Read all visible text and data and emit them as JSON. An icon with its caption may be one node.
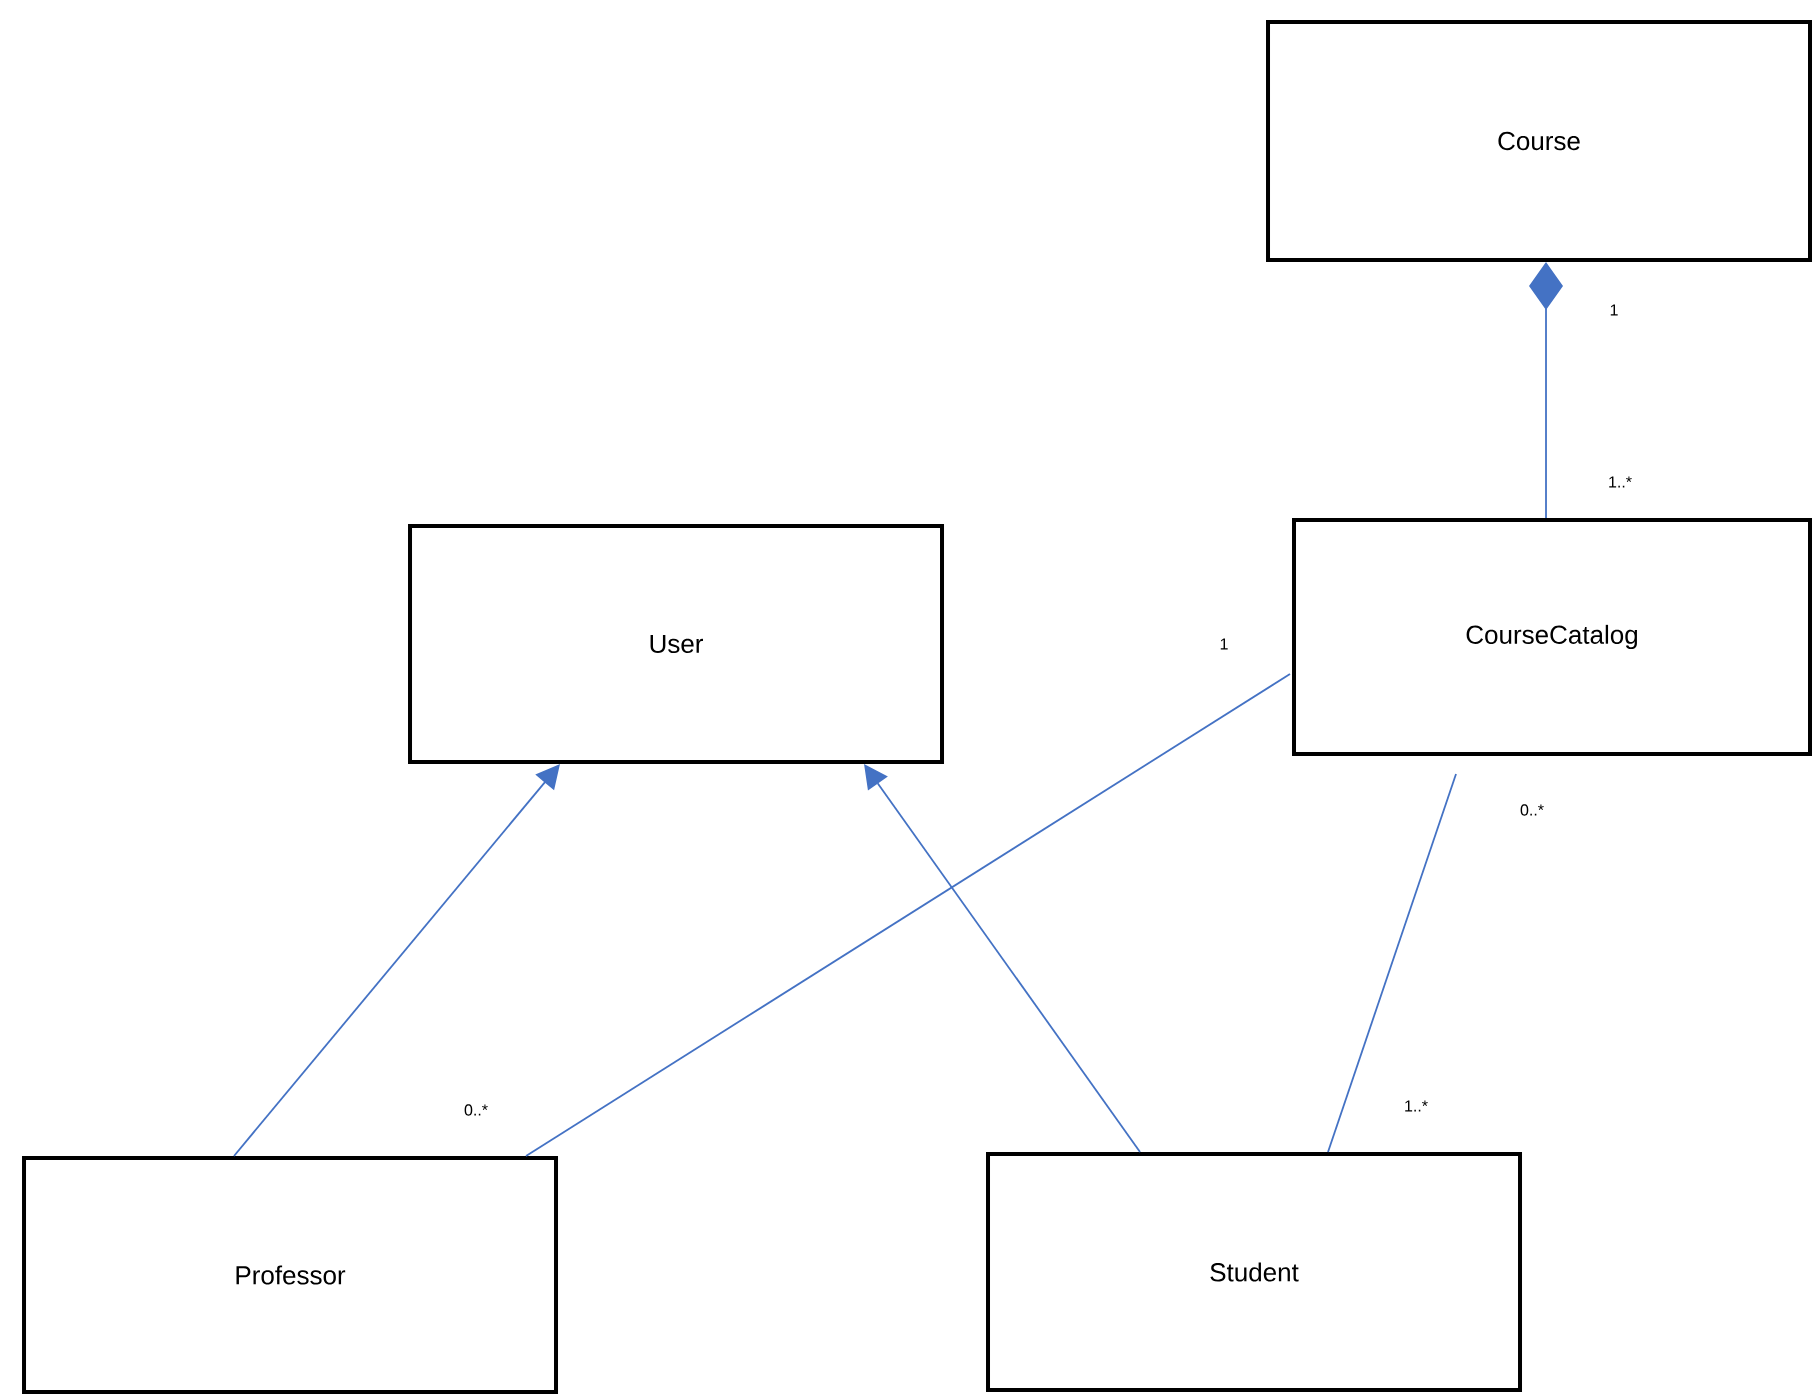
{
  "diagram": {
    "nodes": [
      {
        "text": [
          "Course"
        ]
      },
      {
        "text": [
          "User"
        ]
      },
      {
        "text": [
          "CourseCatalog"
        ]
      },
      {
        "text": [
          "Professor"
        ]
      },
      {
        "text": [
          "Student"
        ]
      }
    ],
    "edges": [
      {
        "from": 2,
        "to": 0,
        "arrow": "other"
      },
      {
        "from": 3,
        "to": 1,
        "arrow": "to"
      },
      {
        "from": 4,
        "to": 1,
        "arrow": "to"
      },
      {
        "from": 2,
        "to": 3,
        "arrow": "none"
      },
      {
        "from": 2,
        "to": 4,
        "arrow": "none"
      }
    ],
    "labels": [
      "1",
      "1..*",
      "1",
      "0..*",
      "0..*",
      "1..*"
    ]
  }
}
